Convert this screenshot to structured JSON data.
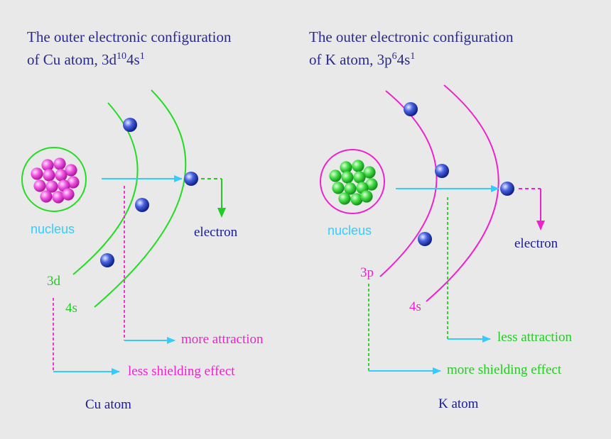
{
  "cu": {
    "title_line1": "The outer electronic configuration",
    "title_line2_prefix": "of Cu atom, 3d",
    "title_sup1": "10",
    "title_mid": "4s",
    "title_sup2": "1",
    "nucleus": "nucleus",
    "electron": "electron",
    "shell_inner": "3d",
    "shell_outer": "4s",
    "attraction": "more attraction",
    "shielding": "less shielding effect",
    "caption": "Cu atom"
  },
  "k": {
    "title_line1": "The outer electronic configuration",
    "title_line2_prefix": "of K atom, 3p",
    "title_sup1": "6",
    "title_mid": "4s",
    "title_sup2": "1",
    "nucleus": "nucleus",
    "electron": "electron",
    "shell_inner": "3p",
    "shell_outer": "4s",
    "attraction": "less attraction",
    "shielding": "more shielding effect",
    "caption": "K atom"
  },
  "colors": {
    "background": "#e9e9e9",
    "title_text": "#2a2a8c",
    "cu_theme": "#22dd22",
    "k_theme": "#ee22cc",
    "arrow_cyan": "#33ccff",
    "electron_blue": "#2244cc",
    "nucleus_text": "#33ccff"
  }
}
